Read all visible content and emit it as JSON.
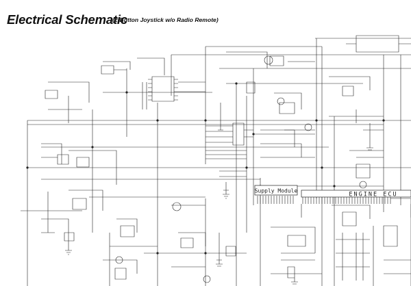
{
  "document": {
    "title": "Electrical Schematic",
    "subtitle": "(2-Button Joystick w/o Radio Remote)"
  },
  "modules": {
    "supply": "Supply Module",
    "engine_ecu": "ENGINE ECU"
  },
  "colors": {
    "ink": "#222222",
    "background": "#ffffff"
  }
}
